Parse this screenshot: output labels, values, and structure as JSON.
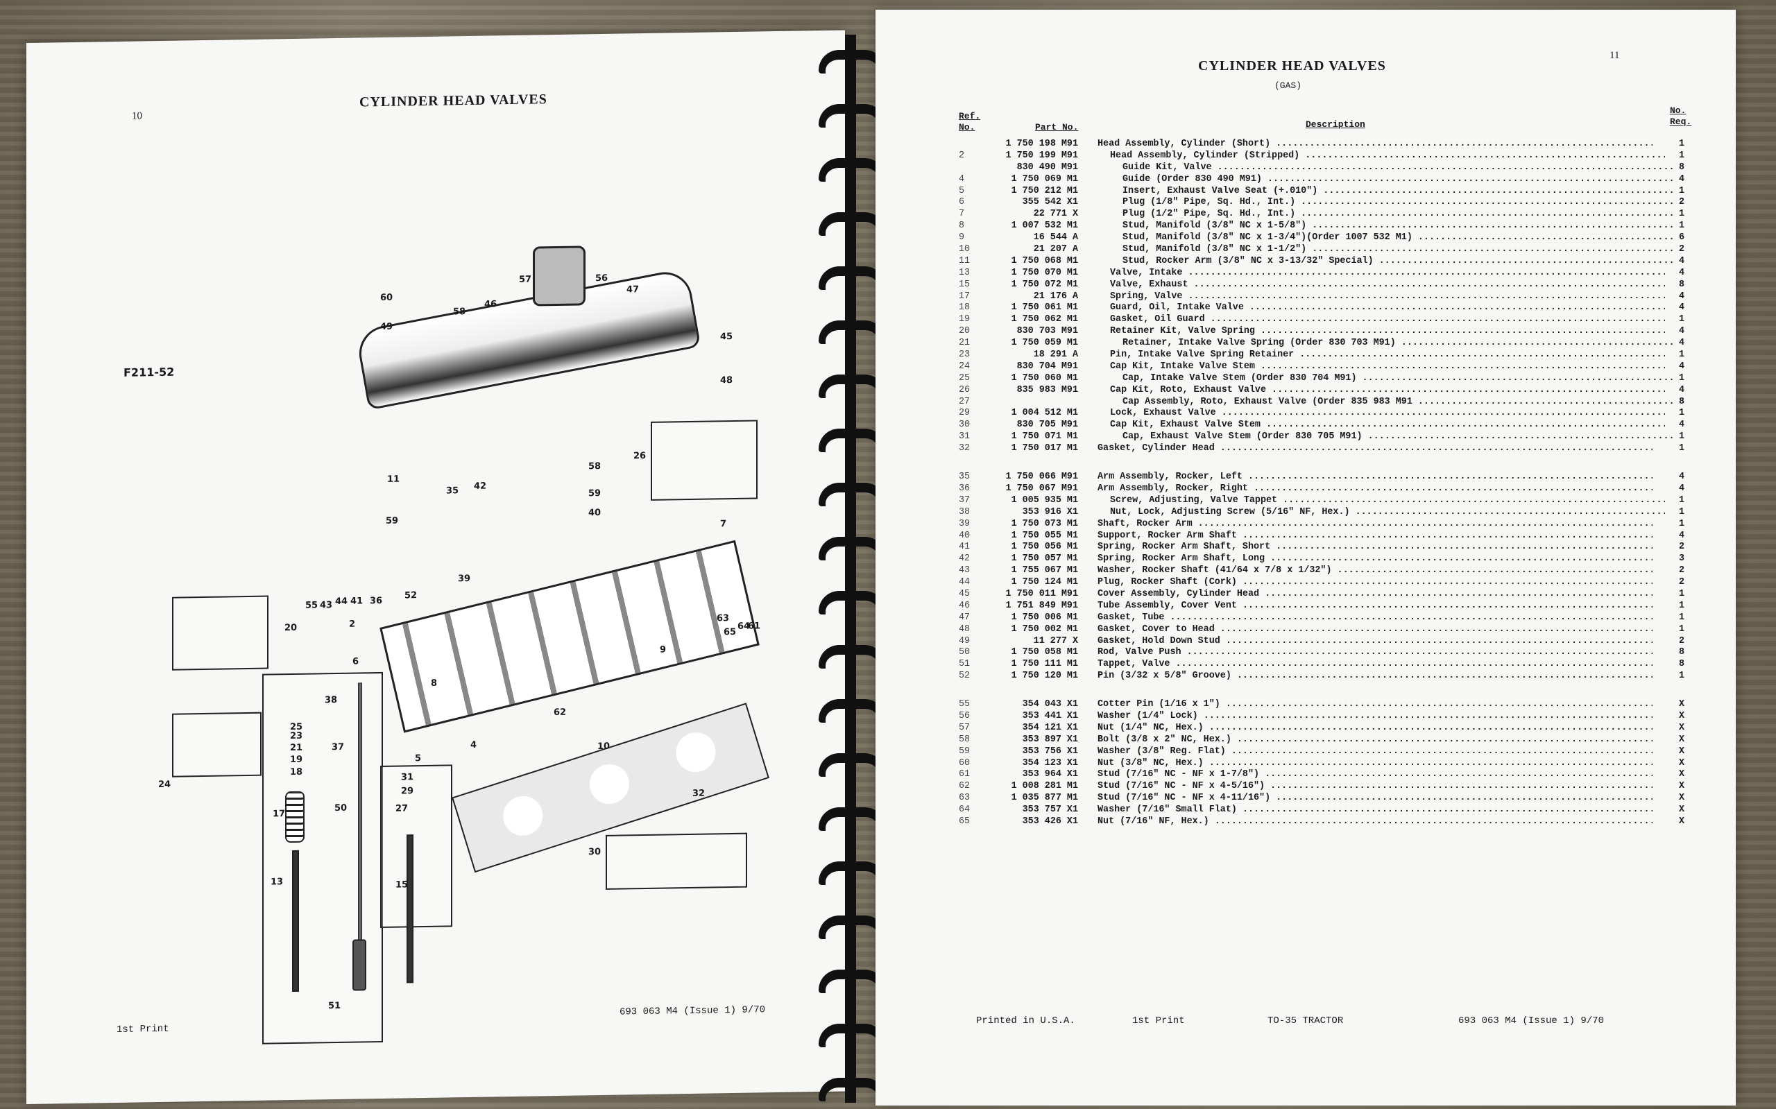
{
  "left_page": {
    "page_number": "10",
    "title": "CYLINDER HEAD VALVES",
    "figure_id": "F211-52",
    "callouts": [
      "60",
      "58",
      "49",
      "57",
      "56",
      "46",
      "47",
      "45",
      "48",
      "26",
      "11",
      "35",
      "42",
      "58",
      "59",
      "59",
      "40",
      "7",
      "55",
      "43",
      "44",
      "41",
      "36",
      "52",
      "39",
      "20",
      "2",
      "6",
      "63",
      "65",
      "64",
      "61",
      "9",
      "8",
      "38",
      "25",
      "23",
      "21",
      "19",
      "18",
      "24",
      "37",
      "62",
      "4",
      "5",
      "10",
      "31",
      "29",
      "27",
      "17",
      "50",
      "32",
      "30",
      "13",
      "15",
      "51"
    ],
    "footer": {
      "print": "1st Print",
      "doc_ref": "693 063 M4 (Issue 1) 9/70"
    }
  },
  "right_page": {
    "page_number": "11",
    "title": "CYLINDER HEAD VALVES",
    "subtitle": "(GAS)",
    "columns": {
      "ref": "Ref. No.",
      "part": "Part No.",
      "description": "Description",
      "qty": "No. Req."
    },
    "parts_group_1": [
      {
        "ref": "",
        "part": "1 750 198 M91",
        "desc": "Head Assembly, Cylinder (Short)",
        "qty": "1",
        "indent": 0
      },
      {
        "ref": "2",
        "part": "1 750 199 M91",
        "desc": "Head Assembly, Cylinder (Stripped)",
        "qty": "1",
        "indent": 1
      },
      {
        "ref": "",
        "part": "830 490 M91",
        "desc": "Guide Kit, Valve",
        "qty": "8",
        "indent": 2
      },
      {
        "ref": "4",
        "part": "1 750 069 M1",
        "desc": "Guide (Order 830 490 M91)",
        "qty": "4",
        "indent": 2
      },
      {
        "ref": "5",
        "part": "1 750 212 M1",
        "desc": "Insert, Exhaust Valve Seat (+.010\")",
        "qty": "1",
        "indent": 2
      },
      {
        "ref": "6",
        "part": "355 542 X1",
        "desc": "Plug (1/8\" Pipe, Sq. Hd., Int.)",
        "qty": "2",
        "indent": 2
      },
      {
        "ref": "7",
        "part": "22 771 X",
        "desc": "Plug (1/2\" Pipe, Sq. Hd., Int.)",
        "qty": "1",
        "indent": 2
      },
      {
        "ref": "8",
        "part": "1 007 532 M1",
        "desc": "Stud, Manifold (3/8\" NC x 1-5/8\")",
        "qty": "1",
        "indent": 2
      },
      {
        "ref": "9",
        "part": "16 544 A",
        "desc": "Stud, Manifold (3/8\" NC x 1-3/4\")(Order 1007 532 M1)",
        "qty": "6",
        "indent": 2
      },
      {
        "ref": "10",
        "part": "21 207 A",
        "desc": "Stud, Manifold (3/8\" NC x 1-1/2\")",
        "qty": "2",
        "indent": 2
      },
      {
        "ref": "11",
        "part": "1 750 068 M1",
        "desc": "Stud, Rocker Arm (3/8\" NC x 3-13/32\" Special)",
        "qty": "4",
        "indent": 2
      },
      {
        "ref": "13",
        "part": "1 750 070 M1",
        "desc": "Valve, Intake",
        "qty": "4",
        "indent": 1
      },
      {
        "ref": "15",
        "part": "1 750 072 M1",
        "desc": "Valve, Exhaust",
        "qty": "8",
        "indent": 1
      },
      {
        "ref": "17",
        "part": "21 176 A",
        "desc": "Spring, Valve",
        "qty": "4",
        "indent": 1
      },
      {
        "ref": "18",
        "part": "1 750 061 M1",
        "desc": "Guard, Oil, Intake Valve",
        "qty": "4",
        "indent": 1
      },
      {
        "ref": "19",
        "part": "1 750 062 M1",
        "desc": "Gasket, Oil Guard",
        "qty": "1",
        "indent": 1
      },
      {
        "ref": "20",
        "part": "830 703 M91",
        "desc": "Retainer Kit, Valve Spring",
        "qty": "4",
        "indent": 1
      },
      {
        "ref": "21",
        "part": "1 750 059 M1",
        "desc": "Retainer, Intake Valve Spring (Order 830 703 M91)",
        "qty": "4",
        "indent": 2
      },
      {
        "ref": "23",
        "part": "18 291 A",
        "desc": "Pin, Intake Valve Spring Retainer",
        "qty": "1",
        "indent": 1
      },
      {
        "ref": "24",
        "part": "830 704 M91",
        "desc": "Cap Kit, Intake Valve Stem",
        "qty": "4",
        "indent": 1
      },
      {
        "ref": "25",
        "part": "1 750 060 M1",
        "desc": "Cap, Intake Valve Stem (Order 830 704 M91)",
        "qty": "1",
        "indent": 2
      },
      {
        "ref": "26",
        "part": "835 983 M91",
        "desc": "Cap Kit, Roto, Exhaust Valve",
        "qty": "4",
        "indent": 1
      },
      {
        "ref": "27",
        "part": "",
        "desc": "Cap Assembly, Roto, Exhaust Valve (Order 835 983 M91",
        "qty": "8",
        "indent": 2
      },
      {
        "ref": "29",
        "part": "1 004 512 M1",
        "desc": "Lock, Exhaust Valve",
        "qty": "1",
        "indent": 1
      },
      {
        "ref": "30",
        "part": "830 705 M91",
        "desc": "Cap Kit, Exhaust Valve Stem",
        "qty": "4",
        "indent": 1
      },
      {
        "ref": "31",
        "part": "1 750 071 M1",
        "desc": "Cap, Exhaust Valve Stem (Order 830 705 M91)",
        "qty": "1",
        "indent": 2
      },
      {
        "ref": "32",
        "part": "1 750 017 M1",
        "desc": "Gasket, Cylinder Head",
        "qty": "1",
        "indent": 0
      }
    ],
    "parts_group_2": [
      {
        "ref": "35",
        "part": "1 750 066 M91",
        "desc": "Arm Assembly, Rocker, Left",
        "qty": "4",
        "indent": 0
      },
      {
        "ref": "36",
        "part": "1 750 067 M91",
        "desc": "Arm Assembly, Rocker, Right",
        "qty": "4",
        "indent": 0
      },
      {
        "ref": "37",
        "part": "1 005 935 M1",
        "desc": "Screw, Adjusting, Valve Tappet",
        "qty": "1",
        "indent": 1
      },
      {
        "ref": "38",
        "part": "353 916 X1",
        "desc": "Nut, Lock, Adjusting Screw (5/16\" NF, Hex.)",
        "qty": "1",
        "indent": 1
      },
      {
        "ref": "39",
        "part": "1 750 073 M1",
        "desc": "Shaft, Rocker Arm",
        "qty": "1",
        "indent": 0
      },
      {
        "ref": "40",
        "part": "1 750 055 M1",
        "desc": "Support, Rocker Arm Shaft",
        "qty": "4",
        "indent": 0
      },
      {
        "ref": "41",
        "part": "1 750 056 M1",
        "desc": "Spring, Rocker Arm Shaft, Short",
        "qty": "2",
        "indent": 0
      },
      {
        "ref": "42",
        "part": "1 750 057 M1",
        "desc": "Spring, Rocker Arm Shaft, Long",
        "qty": "3",
        "indent": 0
      },
      {
        "ref": "43",
        "part": "1 755 067 M1",
        "desc": "Washer, Rocker Shaft (41/64 x 7/8 x 1/32\")",
        "qty": "2",
        "indent": 0
      },
      {
        "ref": "44",
        "part": "1 750 124 M1",
        "desc": "Plug, Rocker Shaft (Cork)",
        "qty": "2",
        "indent": 0
      },
      {
        "ref": "45",
        "part": "1 750 011 M91",
        "desc": "Cover Assembly, Cylinder Head",
        "qty": "1",
        "indent": 0
      },
      {
        "ref": "46",
        "part": "1 751 849 M91",
        "desc": "Tube Assembly, Cover Vent",
        "qty": "1",
        "indent": 0
      },
      {
        "ref": "47",
        "part": "1 750 006 M1",
        "desc": "Gasket, Tube",
        "qty": "1",
        "indent": 0
      },
      {
        "ref": "48",
        "part": "1 750 002 M1",
        "desc": "Gasket, Cover to Head",
        "qty": "1",
        "indent": 0
      },
      {
        "ref": "49",
        "part": "11 277 X",
        "desc": "Gasket, Hold Down Stud",
        "qty": "2",
        "indent": 0
      },
      {
        "ref": "50",
        "part": "1 750 058 M1",
        "desc": "Rod, Valve Push",
        "qty": "8",
        "indent": 0
      },
      {
        "ref": "51",
        "part": "1 750 111 M1",
        "desc": "Tappet, Valve",
        "qty": "8",
        "indent": 0
      },
      {
        "ref": "52",
        "part": "1 750 120 M1",
        "desc": "Pin (3/32 x 5/8\" Groove)",
        "qty": "1",
        "indent": 0
      }
    ],
    "parts_group_3": [
      {
        "ref": "55",
        "part": "354 043 X1",
        "desc": "Cotter Pin (1/16 x 1\")",
        "qty": "X",
        "indent": 0
      },
      {
        "ref": "56",
        "part": "353 441 X1",
        "desc": "Washer (1/4\" Lock)",
        "qty": "X",
        "indent": 0
      },
      {
        "ref": "57",
        "part": "354 121 X1",
        "desc": "Nut (1/4\" NC, Hex.)",
        "qty": "X",
        "indent": 0
      },
      {
        "ref": "58",
        "part": "353 897 X1",
        "desc": "Bolt (3/8 x 2\" NC, Hex.)",
        "qty": "X",
        "indent": 0
      },
      {
        "ref": "59",
        "part": "353 756 X1",
        "desc": "Washer (3/8\" Reg. Flat)",
        "qty": "X",
        "indent": 0
      },
      {
        "ref": "60",
        "part": "354 123 X1",
        "desc": "Nut (3/8\" NC, Hex.)",
        "qty": "X",
        "indent": 0
      },
      {
        "ref": "61",
        "part": "353 964 X1",
        "desc": "Stud (7/16\" NC - NF x 1-7/8\")",
        "qty": "X",
        "indent": 0
      },
      {
        "ref": "62",
        "part": "1 008 281 M1",
        "desc": "Stud (7/16\" NC - NF x 4-5/16\")",
        "qty": "X",
        "indent": 0
      },
      {
        "ref": "63",
        "part": "1 035 877 M1",
        "desc": "Stud (7/16\" NC - NF x 4-11/16\")",
        "qty": "X",
        "indent": 0
      },
      {
        "ref": "64",
        "part": "353 757 X1",
        "desc": "Washer (7/16\" Small Flat)",
        "qty": "X",
        "indent": 0
      },
      {
        "ref": "65",
        "part": "353 426 X1",
        "desc": "Nut (7/16\" NF, Hex.)",
        "qty": "X",
        "indent": 0
      }
    ],
    "footer": {
      "printed_in": "Printed in U.S.A.",
      "print": "1st Print",
      "model": "TO-35 TRACTOR",
      "doc_ref": "693 063 M4 (Issue 1) 9/70"
    }
  }
}
